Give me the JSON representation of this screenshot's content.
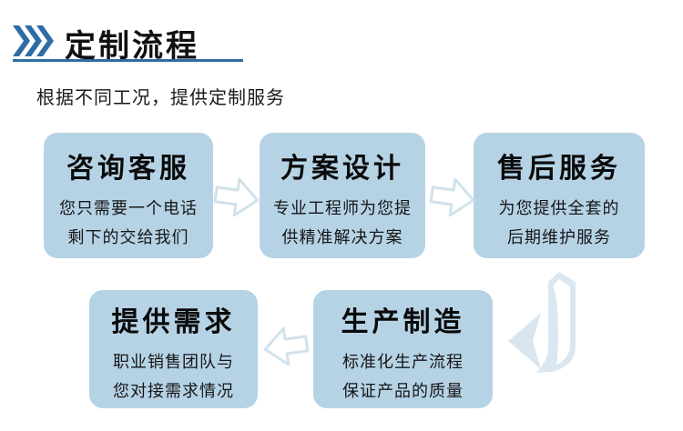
{
  "header": {
    "title": "定制流程",
    "subtitle": "根据不同工况，提供定制服务",
    "accent_color": "#2e6da4",
    "chevrons_icon": "triple-chevron-right"
  },
  "colors": {
    "box_fill": "#b6d3e6",
    "connector_outline": "#d2e2ec",
    "bent_arrow_fill": "#dbe7f0",
    "title_text": "#101010"
  },
  "icons": {
    "flow_right": "block-arrow-right",
    "flow_left": "block-arrow-left",
    "flow_bend": "bent-arrow-down-left"
  },
  "steps": [
    {
      "title": "咨询客服",
      "lines": [
        "您只需要一个电话",
        "剩下的交给我们"
      ]
    },
    {
      "title": "方案设计",
      "lines": [
        "专业工程师为您提",
        "供精准解决方案"
      ]
    },
    {
      "title": "售后服务",
      "lines": [
        "为您提供全套的",
        "后期维护服务"
      ]
    },
    {
      "title": "提供需求",
      "lines": [
        "职业销售团队与",
        "您对接需求情况"
      ]
    },
    {
      "title": "生产制造",
      "lines": [
        "标准化生产流程",
        "保证产品的质量"
      ]
    }
  ]
}
